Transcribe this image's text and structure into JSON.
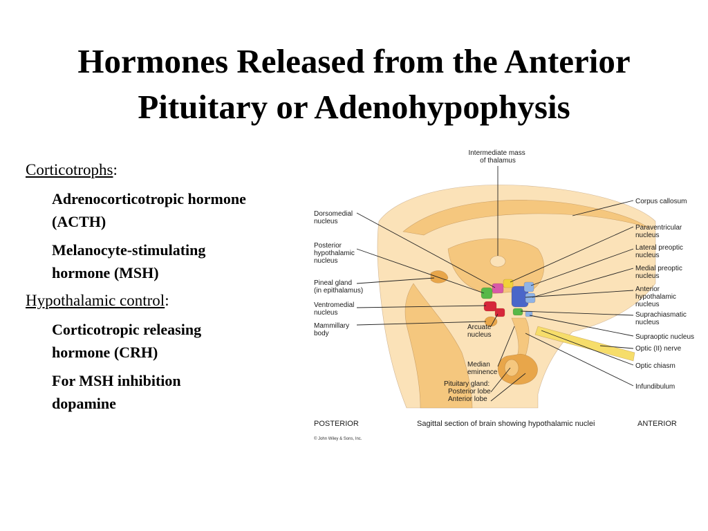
{
  "slide": {
    "title_line1": "Hormones Released from the Anterior",
    "title_line2": "Pituitary or Adenohypophysis"
  },
  "bullets": [
    {
      "heading": "Corticotrophs",
      "suffix": ":",
      "items": [
        {
          "line1": "Adrenocorticotropic hormone",
          "line2": "(ACTH)"
        },
        {
          "line1": "Melanocyte-stimulating",
          "line2": "hormone (MSH)"
        }
      ]
    },
    {
      "heading": "Hypothalamic control",
      "suffix": ":",
      "items": [
        {
          "line1": "Corticotropic releasing",
          "line2": "hormone (CRH)"
        },
        {
          "line1": "For MSH inhibition",
          "line2": "dopamine"
        }
      ]
    }
  ],
  "figure": {
    "top_label": {
      "line1": "Intermediate mass",
      "line2": "of thalamus"
    },
    "left_labels": [
      {
        "line1": "Dorsomedial",
        "line2": "nucleus",
        "line3": ""
      },
      {
        "line1": "Posterior",
        "line2": "hypothalamic",
        "line3": "nucleus"
      },
      {
        "line1": "Pineal gland",
        "line2": "(in epithalamus)",
        "line3": ""
      },
      {
        "line1": "Ventromedial",
        "line2": "nucleus",
        "line3": ""
      },
      {
        "line1": "Mammillary",
        "line2": "body",
        "line3": ""
      }
    ],
    "right_labels": [
      {
        "line1": "Corpus callosum",
        "line2": "",
        "line3": ""
      },
      {
        "line1": "Paraventricular",
        "line2": "nucleus",
        "line3": ""
      },
      {
        "line1": "Lateral preoptic",
        "line2": "nucleus",
        "line3": ""
      },
      {
        "line1": "Medial preoptic",
        "line2": "nucleus",
        "line3": ""
      },
      {
        "line1": "Anterior",
        "line2": "hypothalamic",
        "line3": "nucleus"
      },
      {
        "line1": "Suprachiasmatic",
        "line2": "nucleus",
        "line3": ""
      },
      {
        "line1": "Supraoptic nucleus",
        "line2": "",
        "line3": ""
      },
      {
        "line1": "Optic (II) nerve",
        "line2": "",
        "line3": ""
      },
      {
        "line1": "Optic chiasm",
        "line2": "",
        "line3": ""
      },
      {
        "line1": "Infundibulum",
        "line2": "",
        "line3": ""
      }
    ],
    "center_labels": {
      "arcuate": {
        "line1": "Arcuate",
        "line2": "nucleus"
      },
      "median": {
        "line1": "Median",
        "line2": "eminence"
      },
      "pituitary": {
        "line1": "Pituitary gland:",
        "line2": "Posterior lobe",
        "line3": "Anterior lobe"
      }
    },
    "caption_left": "POSTERIOR",
    "caption_center": "Sagittal section of brain showing hypothalamic nuclei",
    "caption_right": "ANTERIOR",
    "copyright": "© John Wiley & Sons, Inc.",
    "colors": {
      "tissue_light": "#fbe2b8",
      "tissue_mid": "#f5c77e",
      "tissue_dark": "#e8a64a",
      "optic_nerve": "#f6dd6a",
      "nucleus_blue": "#4a66c9",
      "nucleus_green": "#58b848",
      "nucleus_red": "#d6273a",
      "nucleus_pink": "#d85aa8",
      "nucleus_yellow": "#f2d23a",
      "nucleus_lightblue": "#8fb3e6"
    }
  }
}
